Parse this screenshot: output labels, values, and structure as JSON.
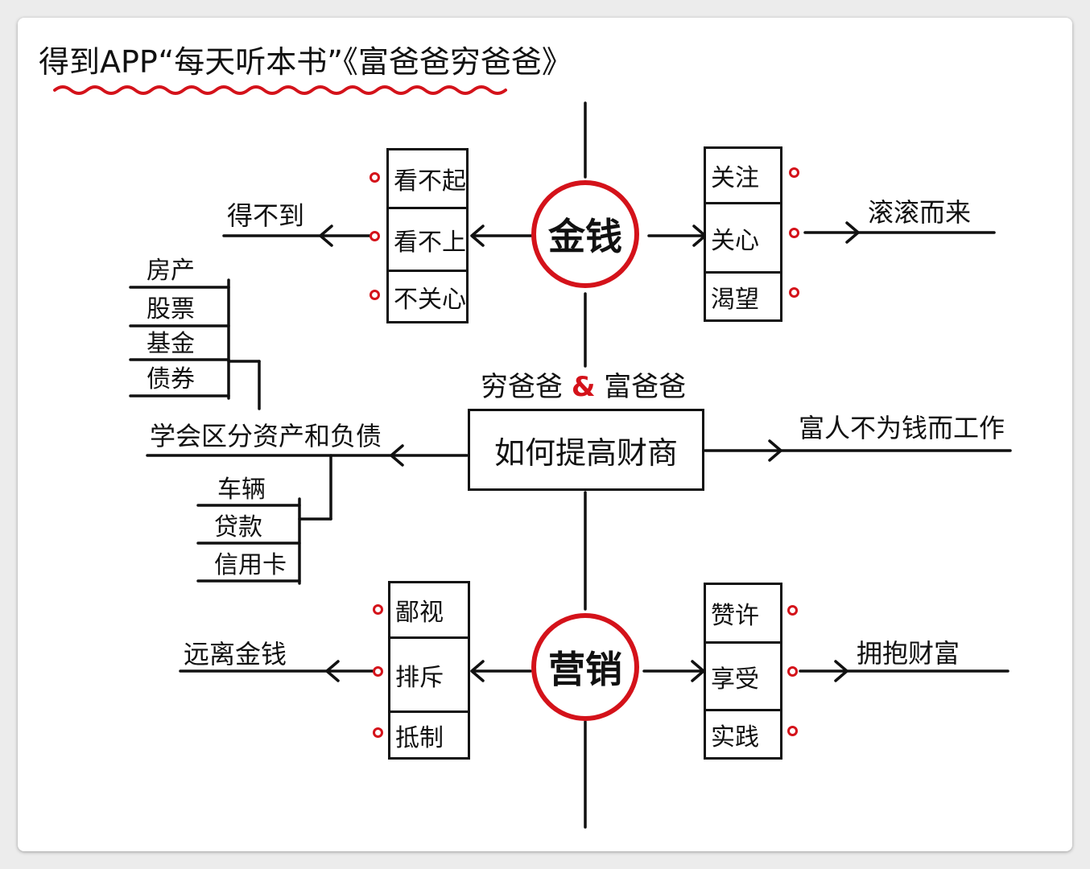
{
  "title": "得到APP“每天听本书”《富爸爸穷爸爸》",
  "colors": {
    "accent": "#d4121a",
    "ink": "#111111"
  },
  "hubs": {
    "money": "金钱",
    "marketing": "营销"
  },
  "center": {
    "subtitle_left": "穷爸爸",
    "subtitle_amp": "&",
    "subtitle_right": "富爸爸",
    "main": "如何提高财商"
  },
  "money_left": {
    "items": [
      "看不起",
      "看不上",
      "不关心"
    ],
    "result": "得不到"
  },
  "money_right": {
    "items": [
      "关注",
      "关心",
      "渴望"
    ],
    "result": "滚滚而来"
  },
  "marketing_left": {
    "items": [
      "鄙视",
      "排斥",
      "抵制"
    ],
    "result": "远离金钱"
  },
  "marketing_right": {
    "items": [
      "赞许",
      "享受",
      "实践"
    ],
    "result": "拥抱财富"
  },
  "center_left": {
    "label": "学会区分资产和负债",
    "assets": [
      "房产",
      "股票",
      "基金",
      "债券"
    ],
    "liabilities": [
      "车辆",
      "贷款",
      "信用卡"
    ]
  },
  "center_right": {
    "label": "富人不为钱而工作"
  }
}
